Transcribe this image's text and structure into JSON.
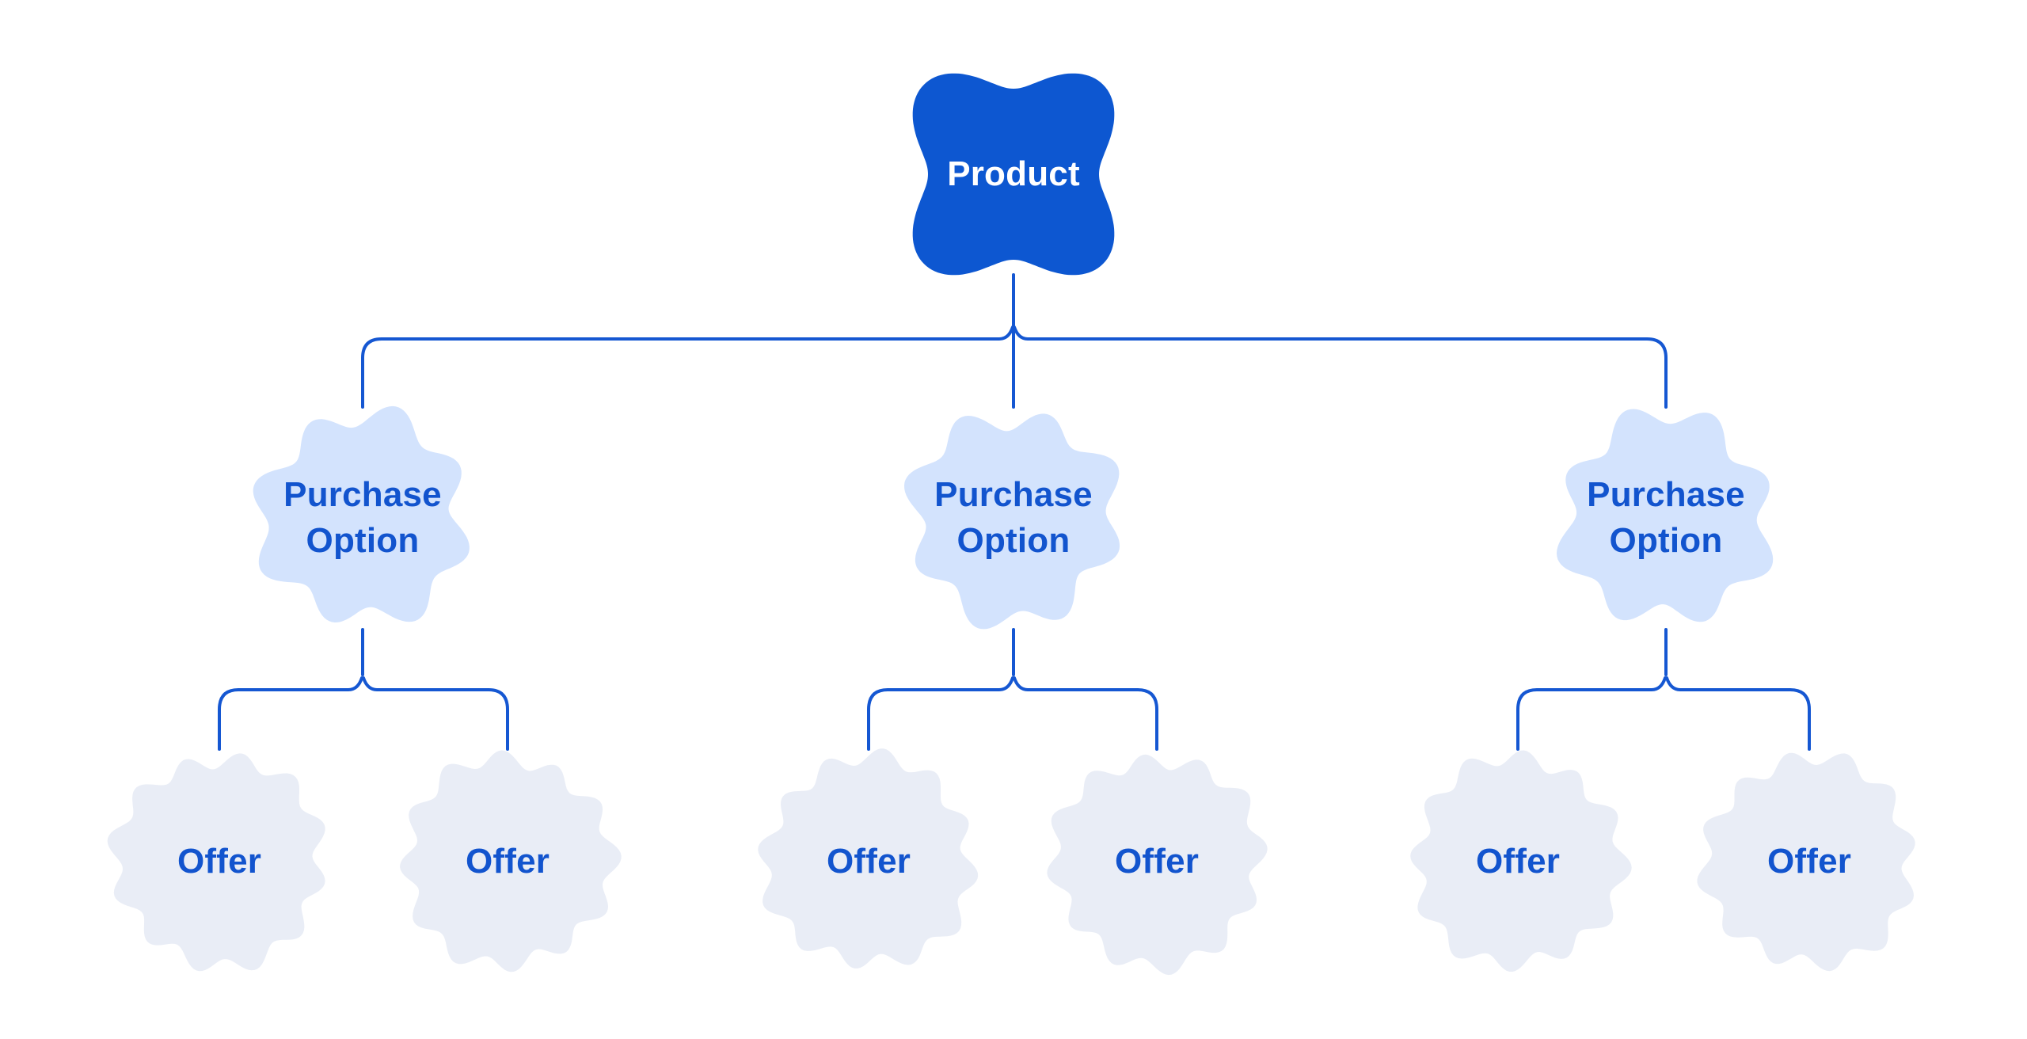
{
  "diagram": {
    "root": {
      "label": "Product"
    },
    "purchase_options": [
      {
        "label": "Purchase Option",
        "offers": [
          {
            "label": "Offer"
          },
          {
            "label": "Offer"
          }
        ]
      },
      {
        "label": "Purchase Option",
        "offers": [
          {
            "label": "Offer"
          },
          {
            "label": "Offer"
          }
        ]
      },
      {
        "label": "Purchase Option",
        "offers": [
          {
            "label": "Offer"
          },
          {
            "label": "Offer"
          }
        ]
      }
    ],
    "colors": {
      "background": "#FFFFFF",
      "root_fill": "#0D57D1",
      "root_text": "#FFFFFF",
      "option_fill": "#D3E3FD",
      "offer_fill": "#E9EDF6",
      "node_text": "#1254CE",
      "connector": "#1557D2"
    }
  }
}
